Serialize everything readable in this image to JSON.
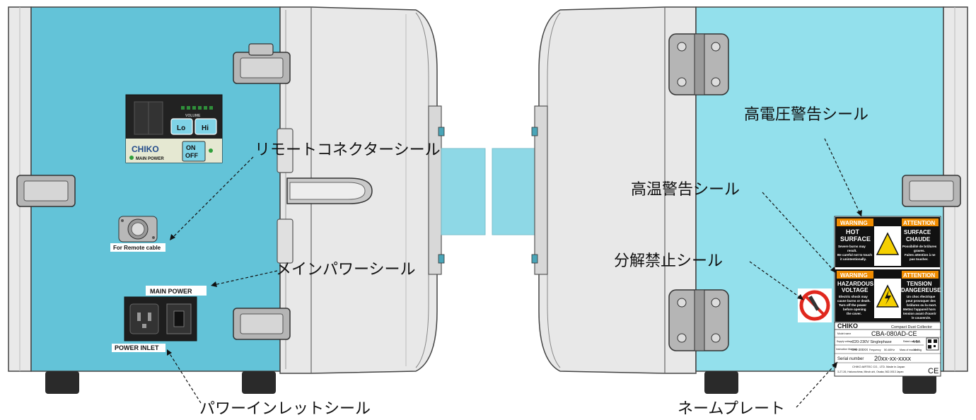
{
  "callouts": {
    "remote_connector": "リモートコネクターシール",
    "main_power": "メインパワーシール",
    "power_inlet": "パワーインレットシール",
    "high_voltage": "高電圧警告シール",
    "high_temp": "高温警告シール",
    "no_disassembly": "分解禁止シール",
    "name_plate": "ネームプレート"
  },
  "labels": {
    "for_remote_cable": "For Remote cable",
    "main_power": "MAIN POWER",
    "power_inlet": "POWER INLET"
  },
  "control_panel": {
    "volume": "VOLUME",
    "lo": "Lo",
    "hi": "Hi",
    "brand": "CHIKO",
    "main_power": "MAIN POWER",
    "on": "ON",
    "off": "OFF"
  },
  "warning_label": {
    "warning": "WARNING",
    "attention": "ATTENTION",
    "hot_surface_1": "HOT",
    "hot_surface_2": "SURFACE",
    "surface_chaude_1": "SURFACE",
    "surface_chaude_2": "CHAUDE",
    "hot_text_1": "Severe burns may",
    "hot_text_2": "result.",
    "hot_text_3": "Be careful not to touch",
    "hot_text_4": "it unintentionally.",
    "fr_text_1": "Possibilité de brûlures",
    "fr_text_2": "graves.",
    "fr_text_3": "Faites attention à ne",
    "fr_text_4": "pas toucher.",
    "hazardous_1": "HAZARDOUS",
    "hazardous_2": "VOLTAGE",
    "tension": "TENSION",
    "dangereuse": "DANGEREUSE",
    "hv_text_1": "Electric shock may",
    "hv_text_2": "cause burns or death.",
    "hv_text_3": "Turn off the power",
    "hv_text_4": "before opening",
    "hv_text_5": "the cover.",
    "fr2_text_1": "Un choc électrique",
    "fr2_text_2": "peut provoquer des",
    "fr2_text_3": "brûlures ou la mort.",
    "fr2_text_4": "Mettez l'appareil hors",
    "fr2_text_5": "tension avant d'ouvrir",
    "fr2_text_6": "le couvercle."
  },
  "name_plate": {
    "brand": "CHIKO",
    "product": "Compact Dust Collector",
    "model_label": "Model name",
    "model": "CBA-080AD-CE",
    "supply_label": "Supply voltage",
    "supply": "220-230V Singlephase",
    "rated_label": "Rated current",
    "rated": "4.5A",
    "manual_label": "Instruction Manual",
    "manual": "CIM-200XX",
    "freq_label": "Frequency",
    "freq": "50-60Hz",
    "mass_label": "Mass of machine",
    "mass": "10.0kg",
    "serial_label": "Serial number",
    "serial": "20xx-xx-xxxx",
    "company": "CHIKO AIRTEC CO., LTD. Made in Japan",
    "address": "3-27-26, Hakurochima, Minoh-shi, Osaka, 562-0013 Japan",
    "ce": "CE"
  },
  "colors": {
    "cabinet_blue_left": "#63c3d8",
    "cabinet_blue_right": "#93e0ec",
    "body_gray": "#e6e6e6",
    "orange": "#f08c00"
  }
}
